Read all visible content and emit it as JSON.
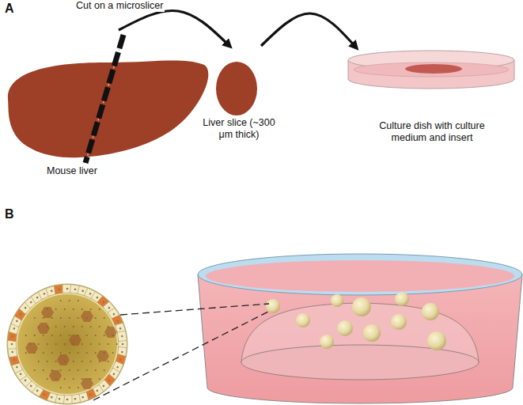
{
  "diagram": {
    "nodes": [
      {
        "text": [
          "Mouse liver"
        ]
      },
      {
        "text": [
          "Liver slice (~300 μm thick)"
        ]
      },
      {
        "text": [
          "Culture dish with culture medium and insert"
        ]
      }
    ],
    "edges": [
      {
        "from": 0,
        "to": 1,
        "arrow": "to",
        "label": "Cut on a microslicer"
      },
      {
        "from": 1,
        "to": 2,
        "arrow": "to"
      }
    ],
    "labels": [
      "A",
      "B"
    ]
  }
}
